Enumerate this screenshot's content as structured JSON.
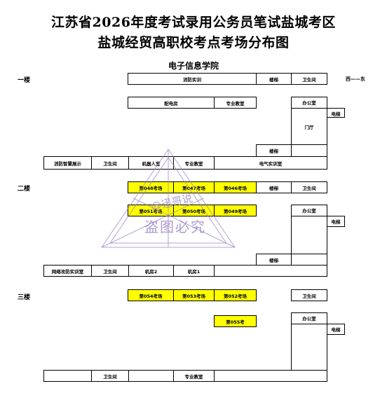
{
  "header": {
    "title_line1": "江苏省2026年度考试录用公务员笔试盐城考区",
    "title_line2": "盐城经贸高职校考点考场分布图",
    "building": "电子信息学院"
  },
  "compass": "西——东",
  "floors": {
    "f1": {
      "label": "一楼",
      "fire_training": "消防实训",
      "stairs_east": "楼梯",
      "toilet_east": "卫生间",
      "power_room": "配电房",
      "classroom": "专业教室",
      "office": "办公室",
      "elevator": "电梯",
      "lobby": "门厅",
      "stairs_lower": "楼梯",
      "fire_display": "消防智慧展示",
      "toilet_west": "卫生间",
      "robot_room": "机器人室",
      "classroom_south": "专业教室",
      "electric_lab": "电气实训室"
    },
    "f2": {
      "label": "二楼",
      "room_048": "第048考场",
      "room_047": "第047考场",
      "room_046": "第046考场",
      "stairs_east": "楼梯",
      "toilet_east": "卫生间",
      "room_051": "第051考场",
      "room_050": "第050考场",
      "room_049": "第049考场",
      "office": "办公室",
      "elevator": "电梯",
      "stairs_lower": "楼梯",
      "network_lab": "网络攻防实训室",
      "toilet_west": "卫生间",
      "machine_room_2": "机房2",
      "machine_room_1": "机房1"
    },
    "f3": {
      "label": "三楼",
      "room_054": "第054考场",
      "room_053": "第053考场",
      "room_052": "第052考场",
      "toilet_east": "卫生间",
      "room_055": "第055考",
      "office": "办公室",
      "elevator": "电梯",
      "toilet_south": "卫生间",
      "classroom_south": "专业教室"
    }
  },
  "watermark": {
    "line1": "@迅哥说",
    "line2": "盗图必究"
  },
  "colors": {
    "exam_room": "#ffff00",
    "watermark": "#9b84c4"
  }
}
